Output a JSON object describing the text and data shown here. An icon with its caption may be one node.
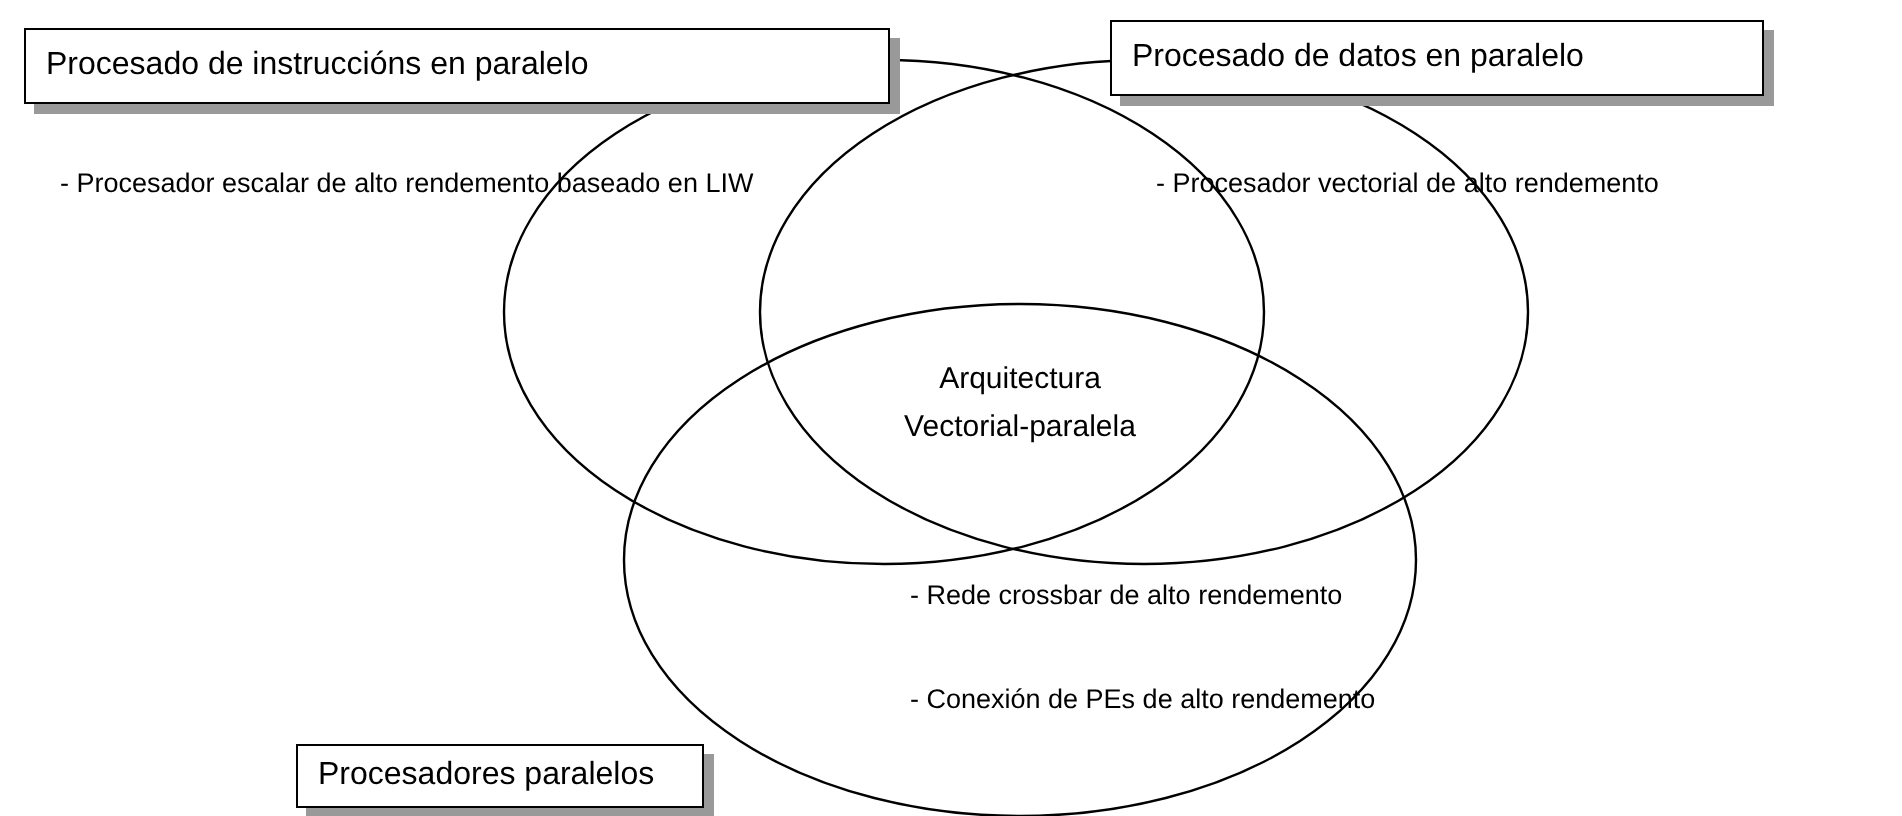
{
  "diagram": {
    "nodes": [
      {
        "text": [
          "Procesado de instruccións en paralelo"
        ]
      },
      {
        "text": [
          "Procesado de datos en paralelo"
        ]
      },
      {
        "text": [
          "Procesadores paralelos"
        ]
      },
      {
        "text": [],
        "shape": "circle"
      },
      {
        "text": [],
        "shape": "circle"
      },
      {
        "text": [],
        "shape": "circle"
      }
    ],
    "edges": [],
    "labels": [
      "- Procesador escalar de alto rendemento baseado en LIW",
      "- Procesador vectorial de alto rendemento",
      "Arquitectura Vectorial-paralela",
      "- Rede crossbar de alto rendemento",
      "- Conexión de PEs de alto rendemento"
    ]
  }
}
